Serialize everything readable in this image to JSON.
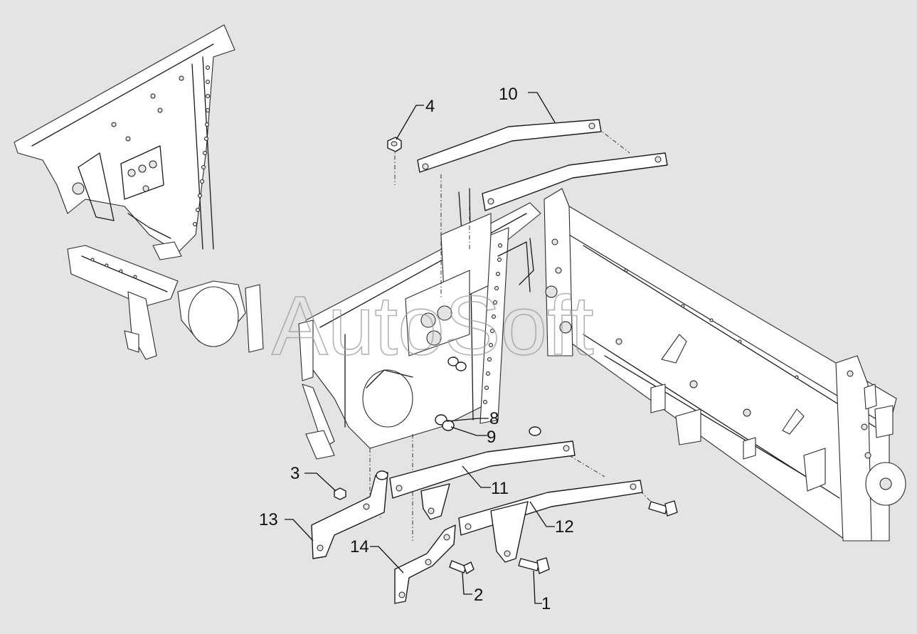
{
  "diagram": {
    "background": "#e4e4e4",
    "line_color": "#1a1a1a",
    "watermark": "AutoSoft",
    "callouts": [
      {
        "id": "c1",
        "label": "1"
      },
      {
        "id": "c2",
        "label": "2"
      },
      {
        "id": "c3",
        "label": "3"
      },
      {
        "id": "c4",
        "label": "4"
      },
      {
        "id": "c8",
        "label": "8"
      },
      {
        "id": "c9",
        "label": "9"
      },
      {
        "id": "c10",
        "label": "10"
      },
      {
        "id": "c11",
        "label": "11"
      },
      {
        "id": "c12",
        "label": "12"
      },
      {
        "id": "c13",
        "label": "13"
      },
      {
        "id": "c14",
        "label": "14"
      }
    ]
  }
}
